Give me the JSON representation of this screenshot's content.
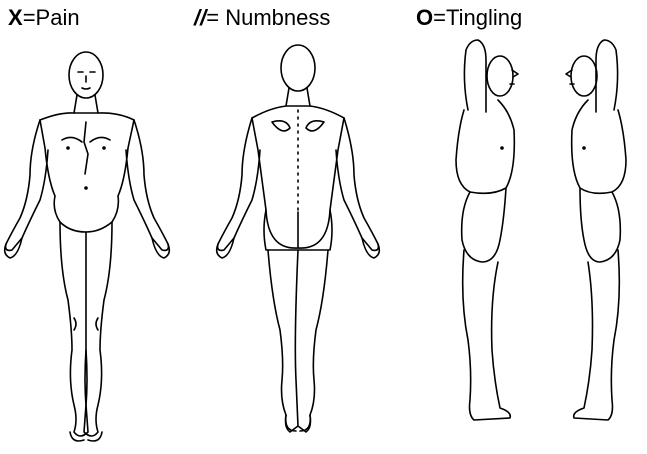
{
  "legend": {
    "pain": {
      "symbol": "X",
      "label": "=Pain"
    },
    "numbness": {
      "symbol": "//",
      "label": "= Numbness"
    },
    "tingling": {
      "symbol": "O",
      "label": "=Tingling"
    }
  },
  "figures": [
    "front-body-figure",
    "back-body-figure",
    "right-side-body-figure",
    "left-side-body-figure"
  ]
}
